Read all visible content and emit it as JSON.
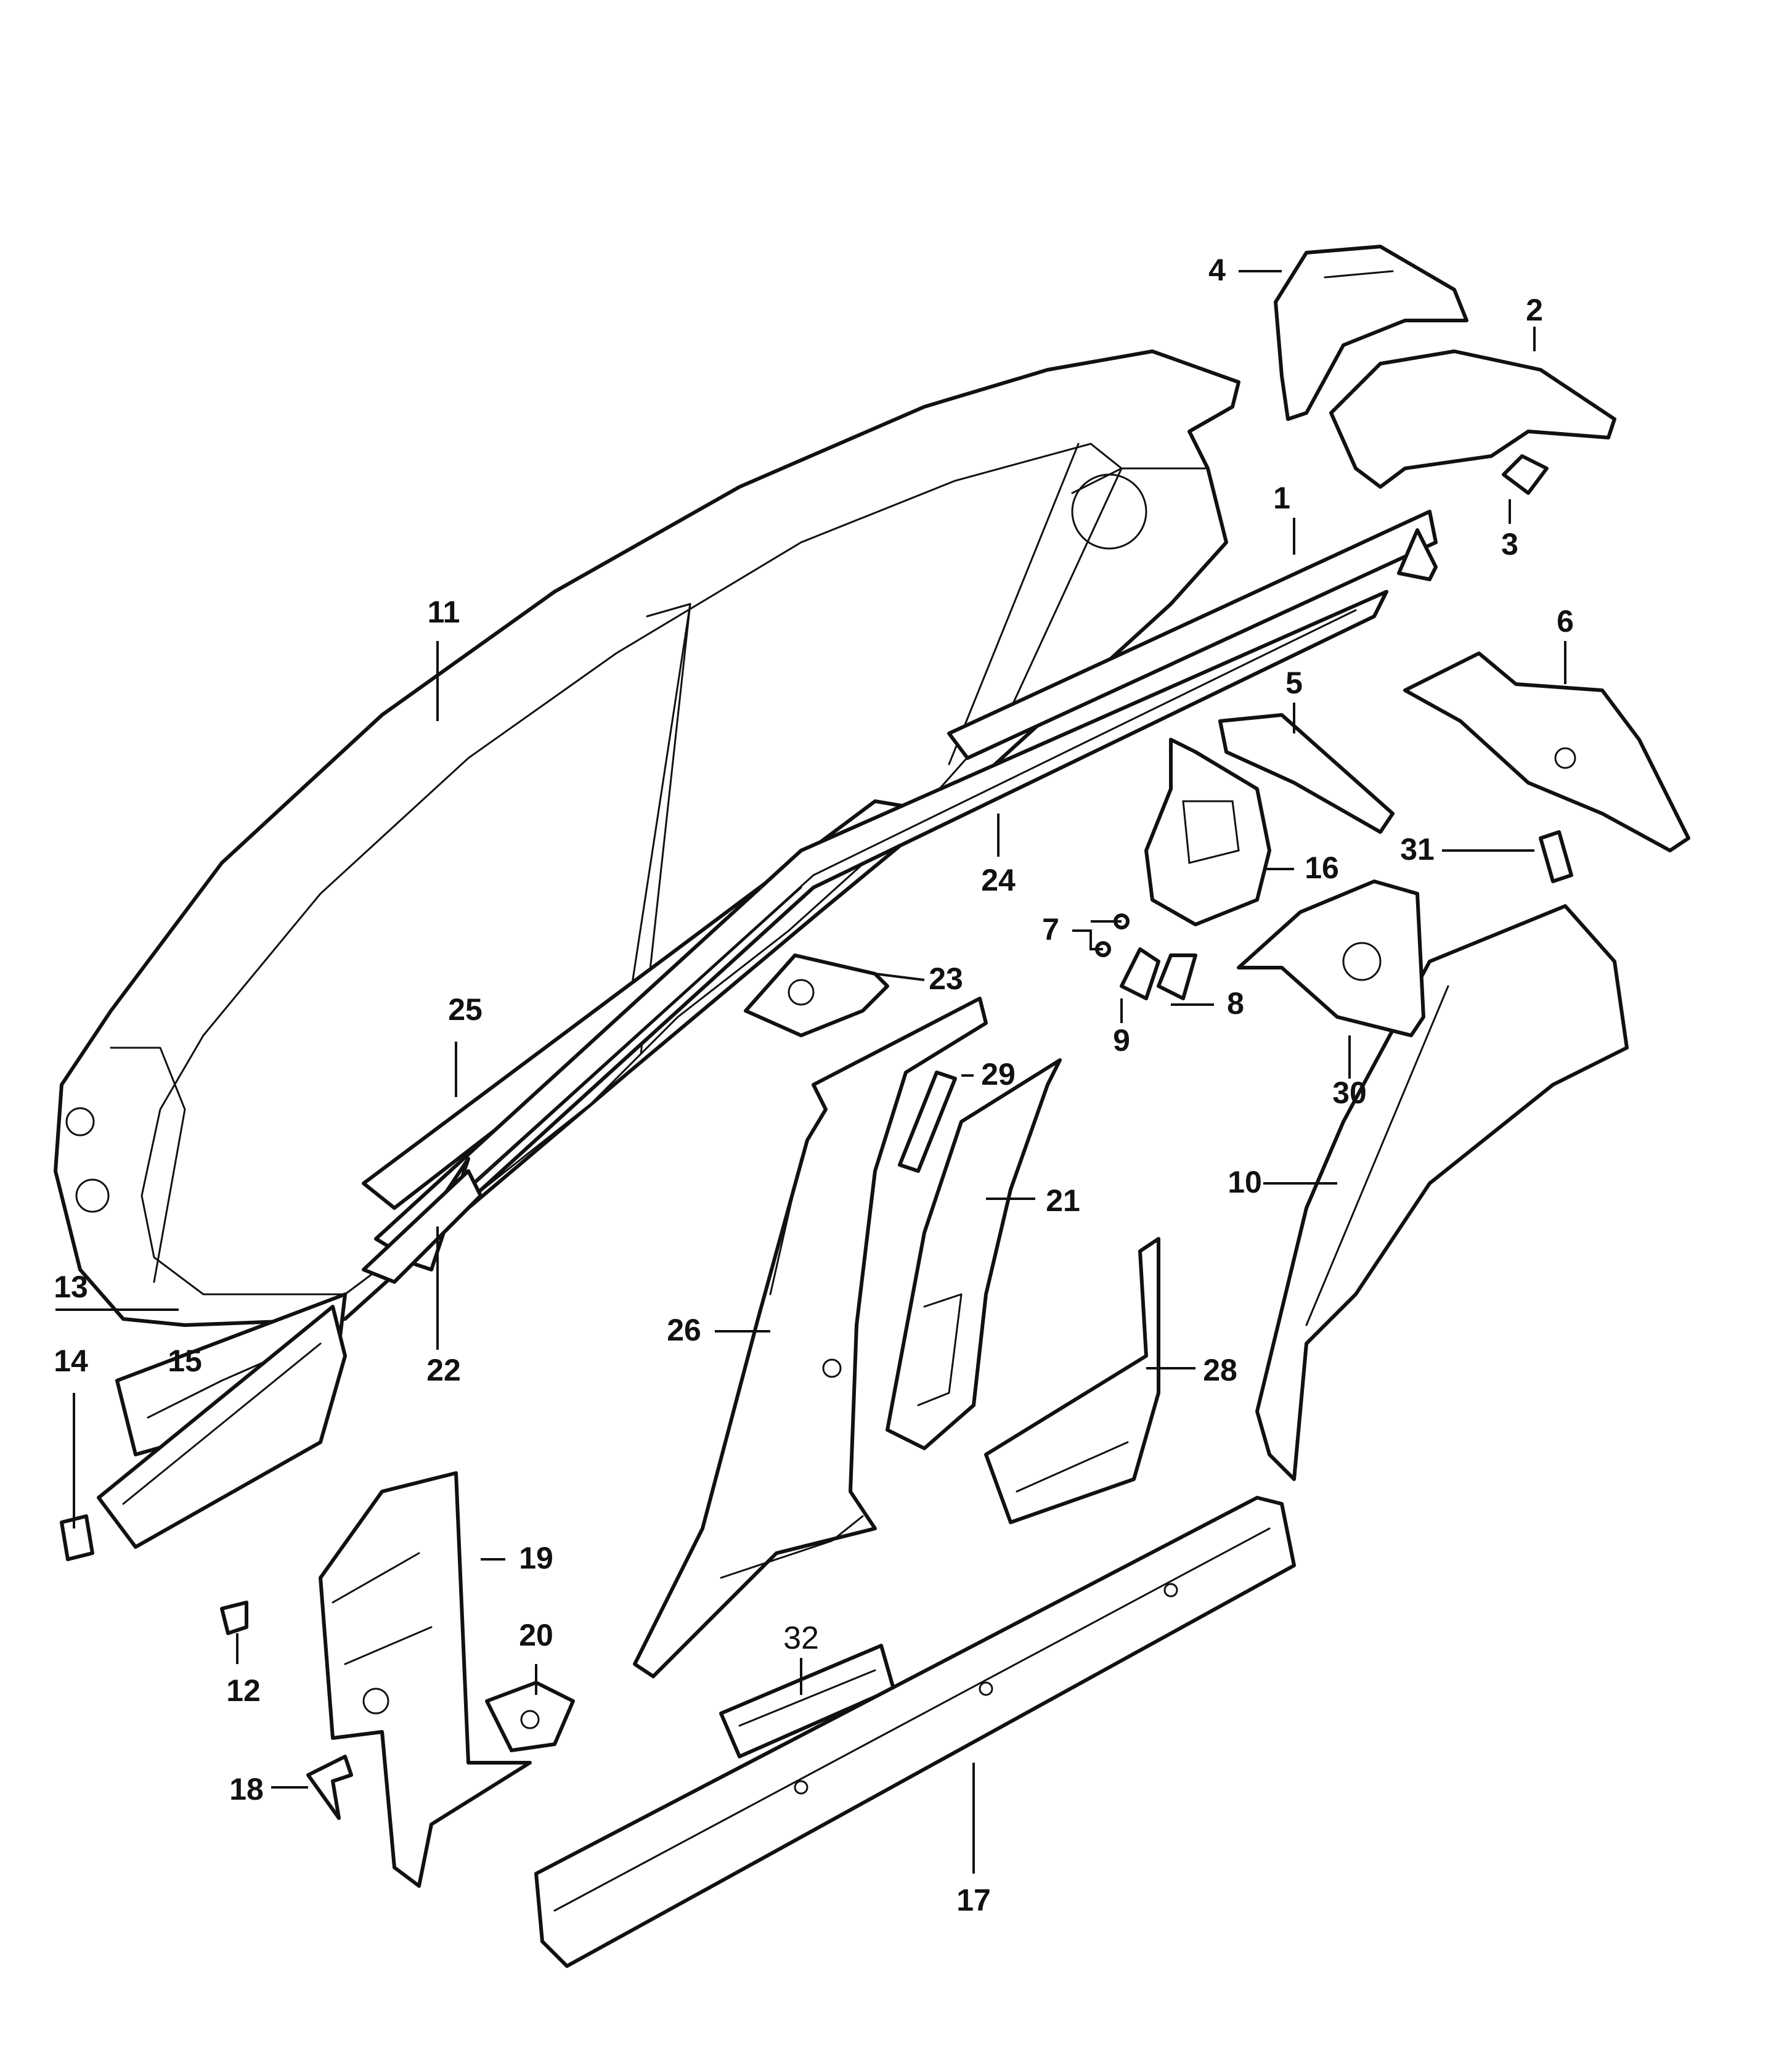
{
  "callouts": {
    "c1": "1",
    "c2": "2",
    "c3": "3",
    "c4": "4",
    "c5": "5",
    "c6": "6",
    "c7": "7",
    "c8": "8",
    "c9": "9",
    "c10": "10",
    "c11": "11",
    "c12": "12",
    "c13": "13",
    "c14": "14",
    "c15": "15",
    "c16": "16",
    "c17": "17",
    "c18": "18",
    "c19": "19",
    "c20": "20",
    "c21": "21",
    "c22": "22",
    "c23": "23",
    "c24": "24",
    "c25": "25",
    "c26": "26",
    "c28": "28",
    "c29": "29",
    "c30": "30",
    "c31": "31",
    "c32": "32"
  }
}
